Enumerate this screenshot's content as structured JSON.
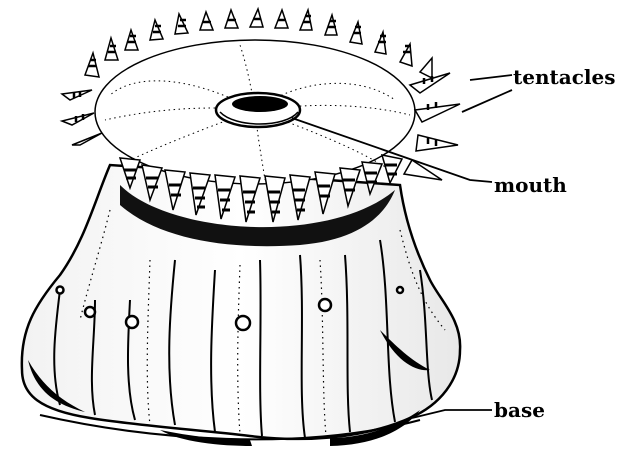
{
  "labels": {
    "tentacles": "tentacles",
    "mouth": "mouth",
    "base": "base"
  },
  "colors": {
    "ink": "#000000",
    "paper": "#ffffff"
  }
}
